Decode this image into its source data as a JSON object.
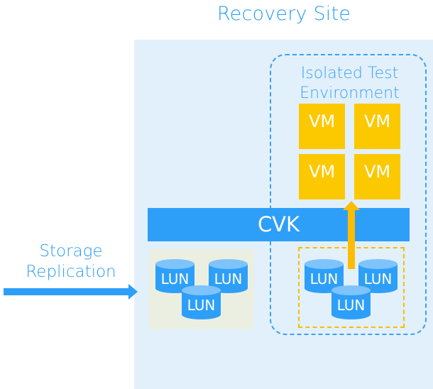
{
  "title": "Recovery Site",
  "isolated_environment": {
    "label_line1": "Isolated Test",
    "label_line2": "Environment",
    "vms": [
      {
        "label": "VM"
      },
      {
        "label": "VM"
      },
      {
        "label": "VM"
      },
      {
        "label": "VM"
      }
    ]
  },
  "hypervisor": {
    "label": "CVK"
  },
  "replication": {
    "label_line1": "Storage",
    "label_line2": "Replication"
  },
  "replicated_luns": [
    {
      "label": "LUN"
    },
    {
      "label": "LUN"
    },
    {
      "label": "LUN"
    }
  ],
  "snapshot_luns": [
    {
      "label": "LUN"
    },
    {
      "label": "LUN"
    },
    {
      "label": "LUN"
    }
  ],
  "colors": {
    "primary_blue": "#2d9ff8",
    "panel_bg": "#e2f0fc",
    "vm_yellow": "#fcc800",
    "lun_top": "#7fc3fb",
    "cluster_bg": "#ebefe2",
    "snapshot_border": "#f8bc00"
  }
}
